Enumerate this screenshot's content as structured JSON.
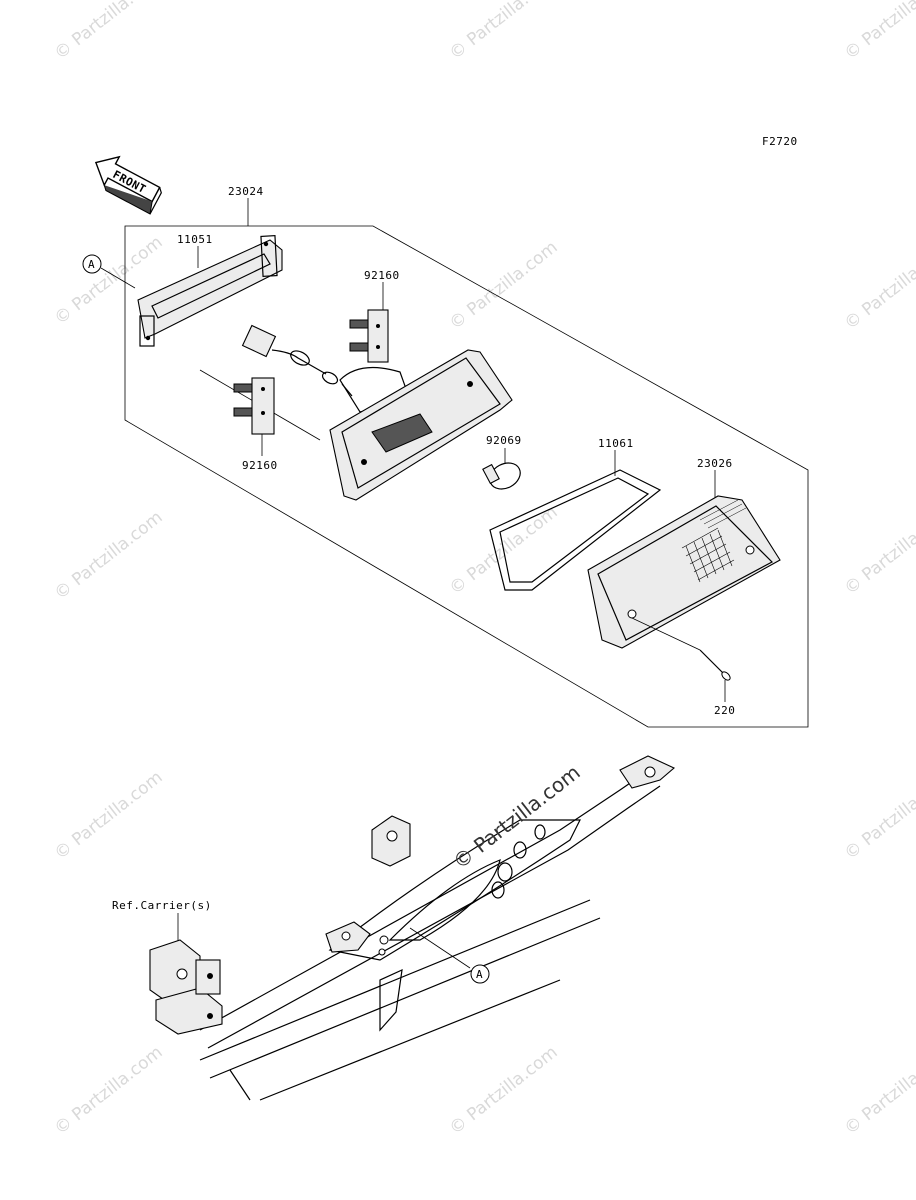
{
  "figure_code": "F2720",
  "front_label": "FRONT",
  "ref_label": "Ref.Carrier(s)",
  "marker_letter": "A",
  "parts": {
    "assembly": "23024",
    "gasket": "11051",
    "socket_top": "92160",
    "socket_bottom": "92160",
    "bulb": "92069",
    "lens_gasket": "11061",
    "lens": "23026",
    "screw": "220"
  },
  "watermark": "© Partzilla.com"
}
